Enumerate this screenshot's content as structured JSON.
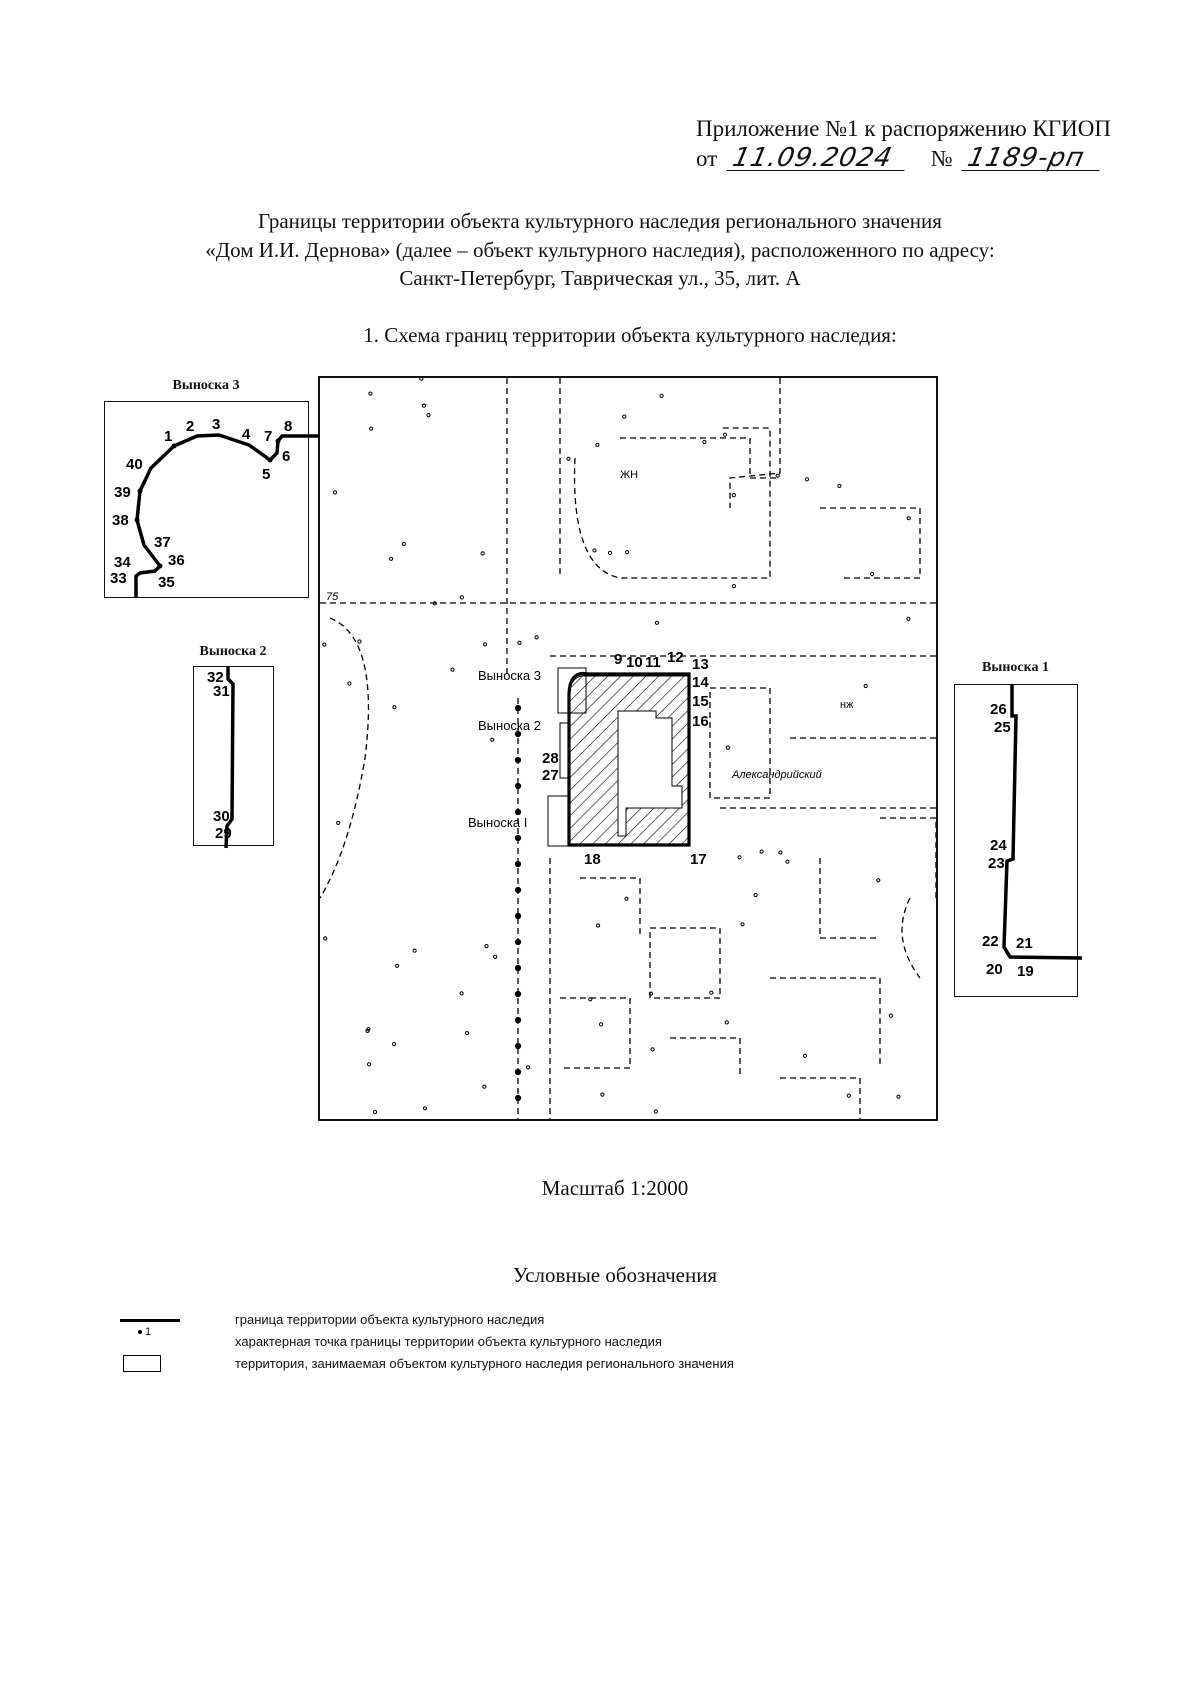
{
  "header": {
    "line1": "Приложение №1 к распоряжению КГИОП",
    "date_prefix": "от",
    "date": "11.09.2024",
    "number_prefix": "№",
    "number": "1189-рп"
  },
  "title": {
    "line1": "Границы территории объекта культурного наследия регионального значения",
    "line2": "«Дом И.И. Дернова» (далее – объект культурного наследия), расположенного по адресу:",
    "line3": "Санкт-Петербург, Таврическая ул., 35, лит. А"
  },
  "section_heading": "1.   Схема границ территории объекта культурного наследия:",
  "callouts": {
    "c3": {
      "title": "Выноска 3",
      "points": [
        "1",
        "2",
        "3",
        "4",
        "5",
        "6",
        "7",
        "8",
        "33",
        "34",
        "35",
        "36",
        "37",
        "38",
        "39",
        "40"
      ]
    },
    "c2": {
      "title": "Выноска 2",
      "points": [
        "29",
        "30",
        "31",
        "32"
      ]
    },
    "c1": {
      "title": "Выноска 1",
      "points": [
        "19",
        "20",
        "21",
        "22",
        "23",
        "24",
        "25",
        "26"
      ]
    }
  },
  "map": {
    "callout_labels": [
      "Выноска 3",
      "Выноска 2",
      "Выноска I"
    ],
    "points": [
      "9",
      "10",
      "11",
      "12",
      "13",
      "14",
      "15",
      "16",
      "17",
      "18",
      "27",
      "28"
    ],
    "misc_labels": [
      "75",
      "ЖН",
      "нж",
      "Александрийский"
    ]
  },
  "scale": "Масштаб 1:2000",
  "legend": {
    "title": "Условные обозначения",
    "point_sample": "1",
    "items": [
      "граница территории объекта культурного наследия",
      "характерная точка границы территории объекта культурного наследия",
      "территория, занимаемая объектом культурного наследия регионального значения"
    ]
  }
}
